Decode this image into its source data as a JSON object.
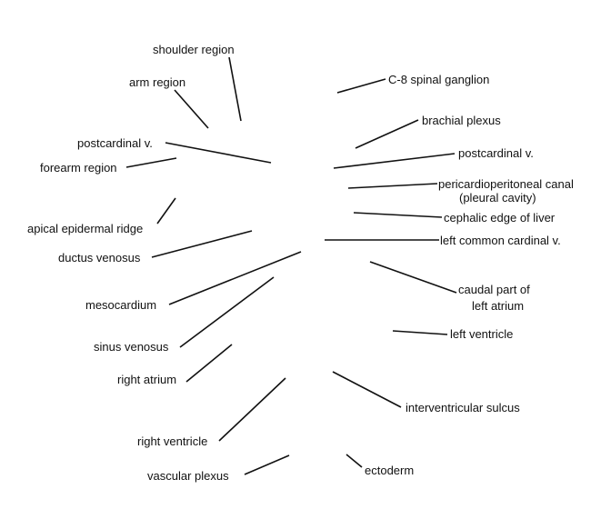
{
  "labels": {
    "shoulder_region": "shoulder region",
    "arm_region": "arm region",
    "postcardinal_left": "postcardinal v.",
    "forearm_region": "forearm region",
    "apical_epidermal_ridge": "apical epidermal ridge",
    "ductus_venosus": "ductus venosus",
    "mesocardium": "mesocardium",
    "sinus_venosus": "sinus venosus",
    "right_atrium": "right atrium",
    "right_ventricle": "right ventricle",
    "vascular_plexus": "vascular plexus",
    "ectoderm": "ectoderm",
    "interventricular_sulcus": "interventricular sulcus",
    "left_ventricle": "left ventricle",
    "caudal_part_line1": "caudal part of",
    "caudal_part_line2": "left atrium",
    "left_common_cardinal": "left common cardinal v.",
    "cephalic_edge_liver": "cephalic edge of liver",
    "pericardioperitoneal_line1": "pericardioperitoneal canal",
    "pericardioperitoneal_line2": "(pleural cavity)",
    "postcardinal_right": "postcardinal v.",
    "brachial_plexus": "brachial plexus",
    "c8_spinal_ganglion": "C-8 spinal ganglion"
  }
}
